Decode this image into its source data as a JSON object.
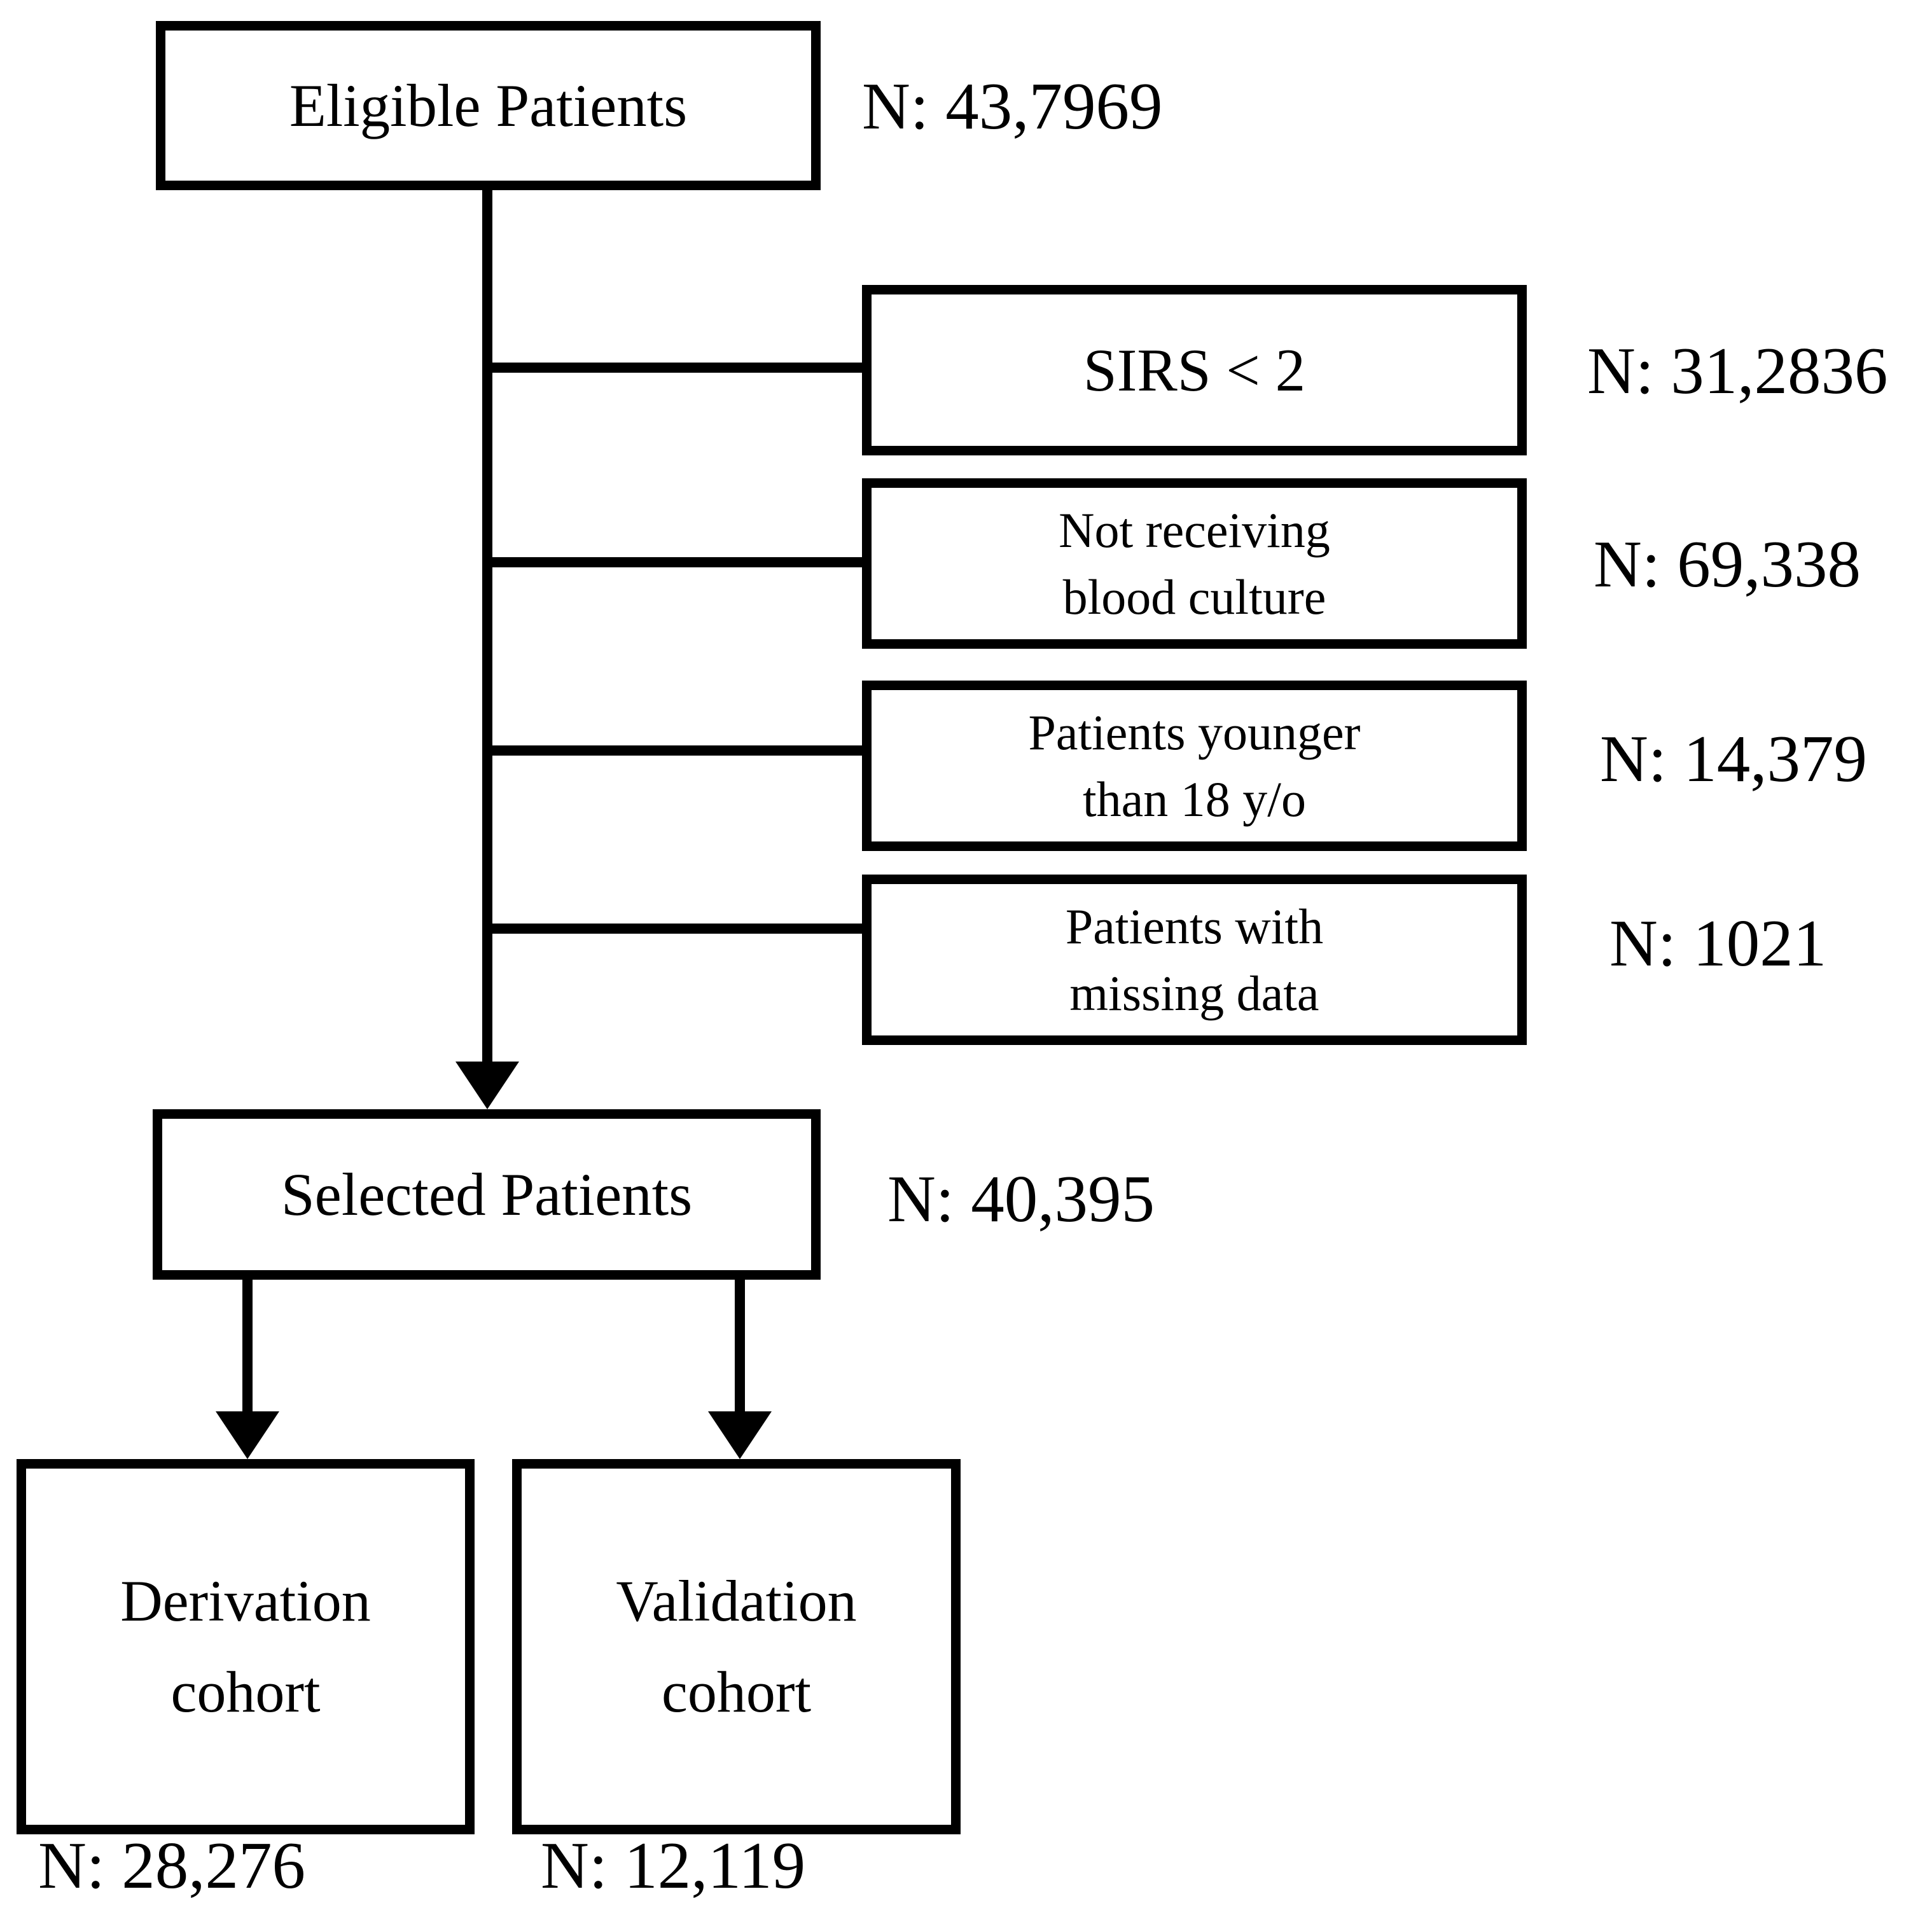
{
  "flowchart": {
    "colors": {
      "ink": "#000000",
      "background": "#ffffff"
    },
    "eligible": {
      "label": "Eligible Patients",
      "count": "N: 43,7969"
    },
    "sirs": {
      "label": "SIRS < 2",
      "count": "N: 31,2836"
    },
    "blood_culture": {
      "label": "Not receiving\nblood culture",
      "count": "N: 69,338"
    },
    "younger": {
      "label": "Patients younger\nthan 18 y/o",
      "count": "N: 14,379"
    },
    "missing_data": {
      "label": "Patients with\nmissing data",
      "count": "N: 1021"
    },
    "selected": {
      "label": "Selected Patients",
      "count": "N: 40,395"
    },
    "derivation": {
      "label": "Derivation\ncohort",
      "count": "N: 28,276"
    },
    "validation": {
      "label": "Validation\ncohort",
      "count": "N: 12,119"
    },
    "edges": [
      {
        "from": "eligible",
        "to": "selected",
        "style": "arrow"
      },
      {
        "from": "eligible",
        "to": "sirs",
        "style": "line"
      },
      {
        "from": "eligible",
        "to": "blood_culture",
        "style": "line"
      },
      {
        "from": "eligible",
        "to": "younger",
        "style": "line"
      },
      {
        "from": "eligible",
        "to": "missing_data",
        "style": "line"
      },
      {
        "from": "selected",
        "to": "derivation",
        "style": "arrow"
      },
      {
        "from": "selected",
        "to": "validation",
        "style": "arrow"
      }
    ]
  }
}
